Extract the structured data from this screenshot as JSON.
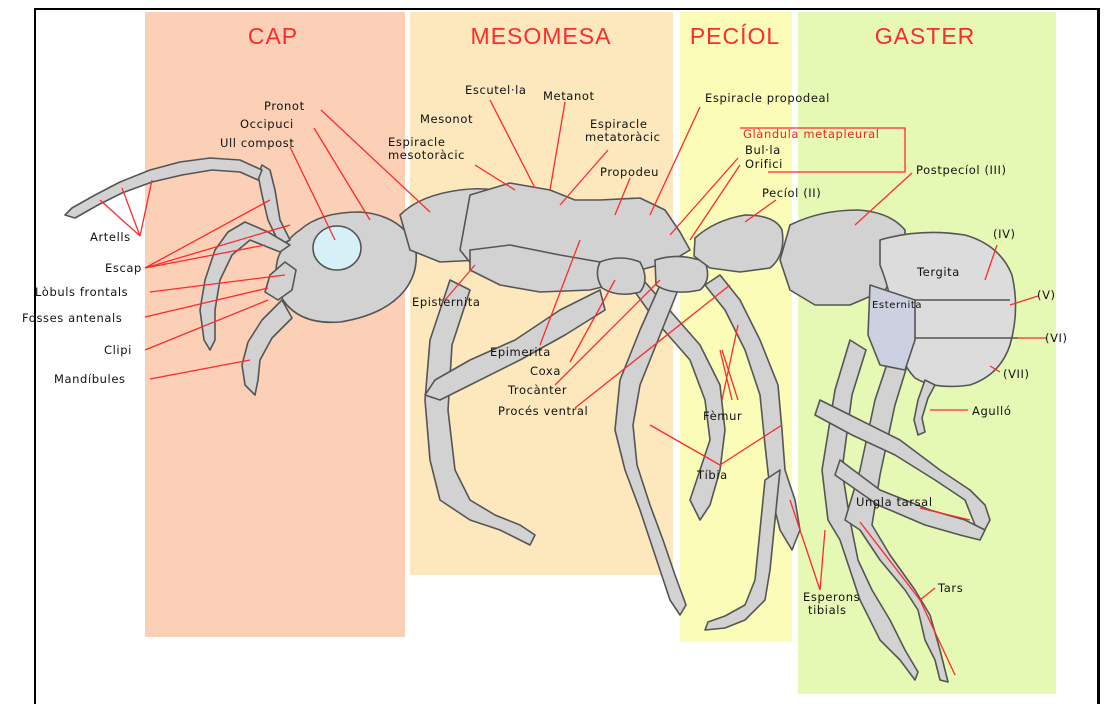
{
  "sections": {
    "cap": {
      "label": "CAP",
      "color": "#fbd0b6"
    },
    "mesosoma": {
      "label": "MESOMESA",
      "color": "#fce8bc"
    },
    "peciol": {
      "label": "PECÍOL",
      "color": "#fbfcb8"
    },
    "gaster": {
      "label": "GASTER",
      "color": "#e6f9b4"
    }
  },
  "labels": {
    "artells": "Artells",
    "escap": "Escap",
    "lobuls_frontals": "Lòbuls frontals",
    "fosses_antenals": "Fosses antenals",
    "clipi": "Clipi",
    "mandibules": "Mandíbules",
    "pronot": "Pronot",
    "occipuci": "Occipuci",
    "ull_compost": "Ull compost",
    "mesonot": "Mesonot",
    "escutella": "Escutel·la",
    "metanot": "Metanot",
    "espiracle_mesotoracic_1": "Espiracle",
    "espiracle_mesotoracic_2": "mesotoràcic",
    "espiracle_metatoracic_1": "Espiracle",
    "espiracle_metatoracic_2": "metatoràcic",
    "propodeu": "Propodeu",
    "espiracle_propodeal": "Espiracle propodeal",
    "glandula_metapleural": "Glàndula metapleural",
    "bulla": "Bul·la",
    "orifici": "Orifici",
    "peciol_ii": "Pecíol (II)",
    "postpeciol_iii": "Postpecíol (III)",
    "episternita": "Episternita",
    "epimerita": "Epimerita",
    "coxa": "Coxa",
    "trocanter": "Trocànter",
    "proces_ventral": "Procés ventral",
    "femur": "Fèmur",
    "tibia": "Tíbia",
    "tergita": "Tergita",
    "esternita": "Esternita",
    "seg_iv": "(IV)",
    "seg_v": "(V)",
    "seg_vi": "(VI)",
    "seg_vii": "(VII)",
    "agullo": "Agulló",
    "ungla_tarsal": "Ungla tarsal",
    "tars": "Tars",
    "esperons_1": "Esperons",
    "esperons_2": "tibials"
  }
}
